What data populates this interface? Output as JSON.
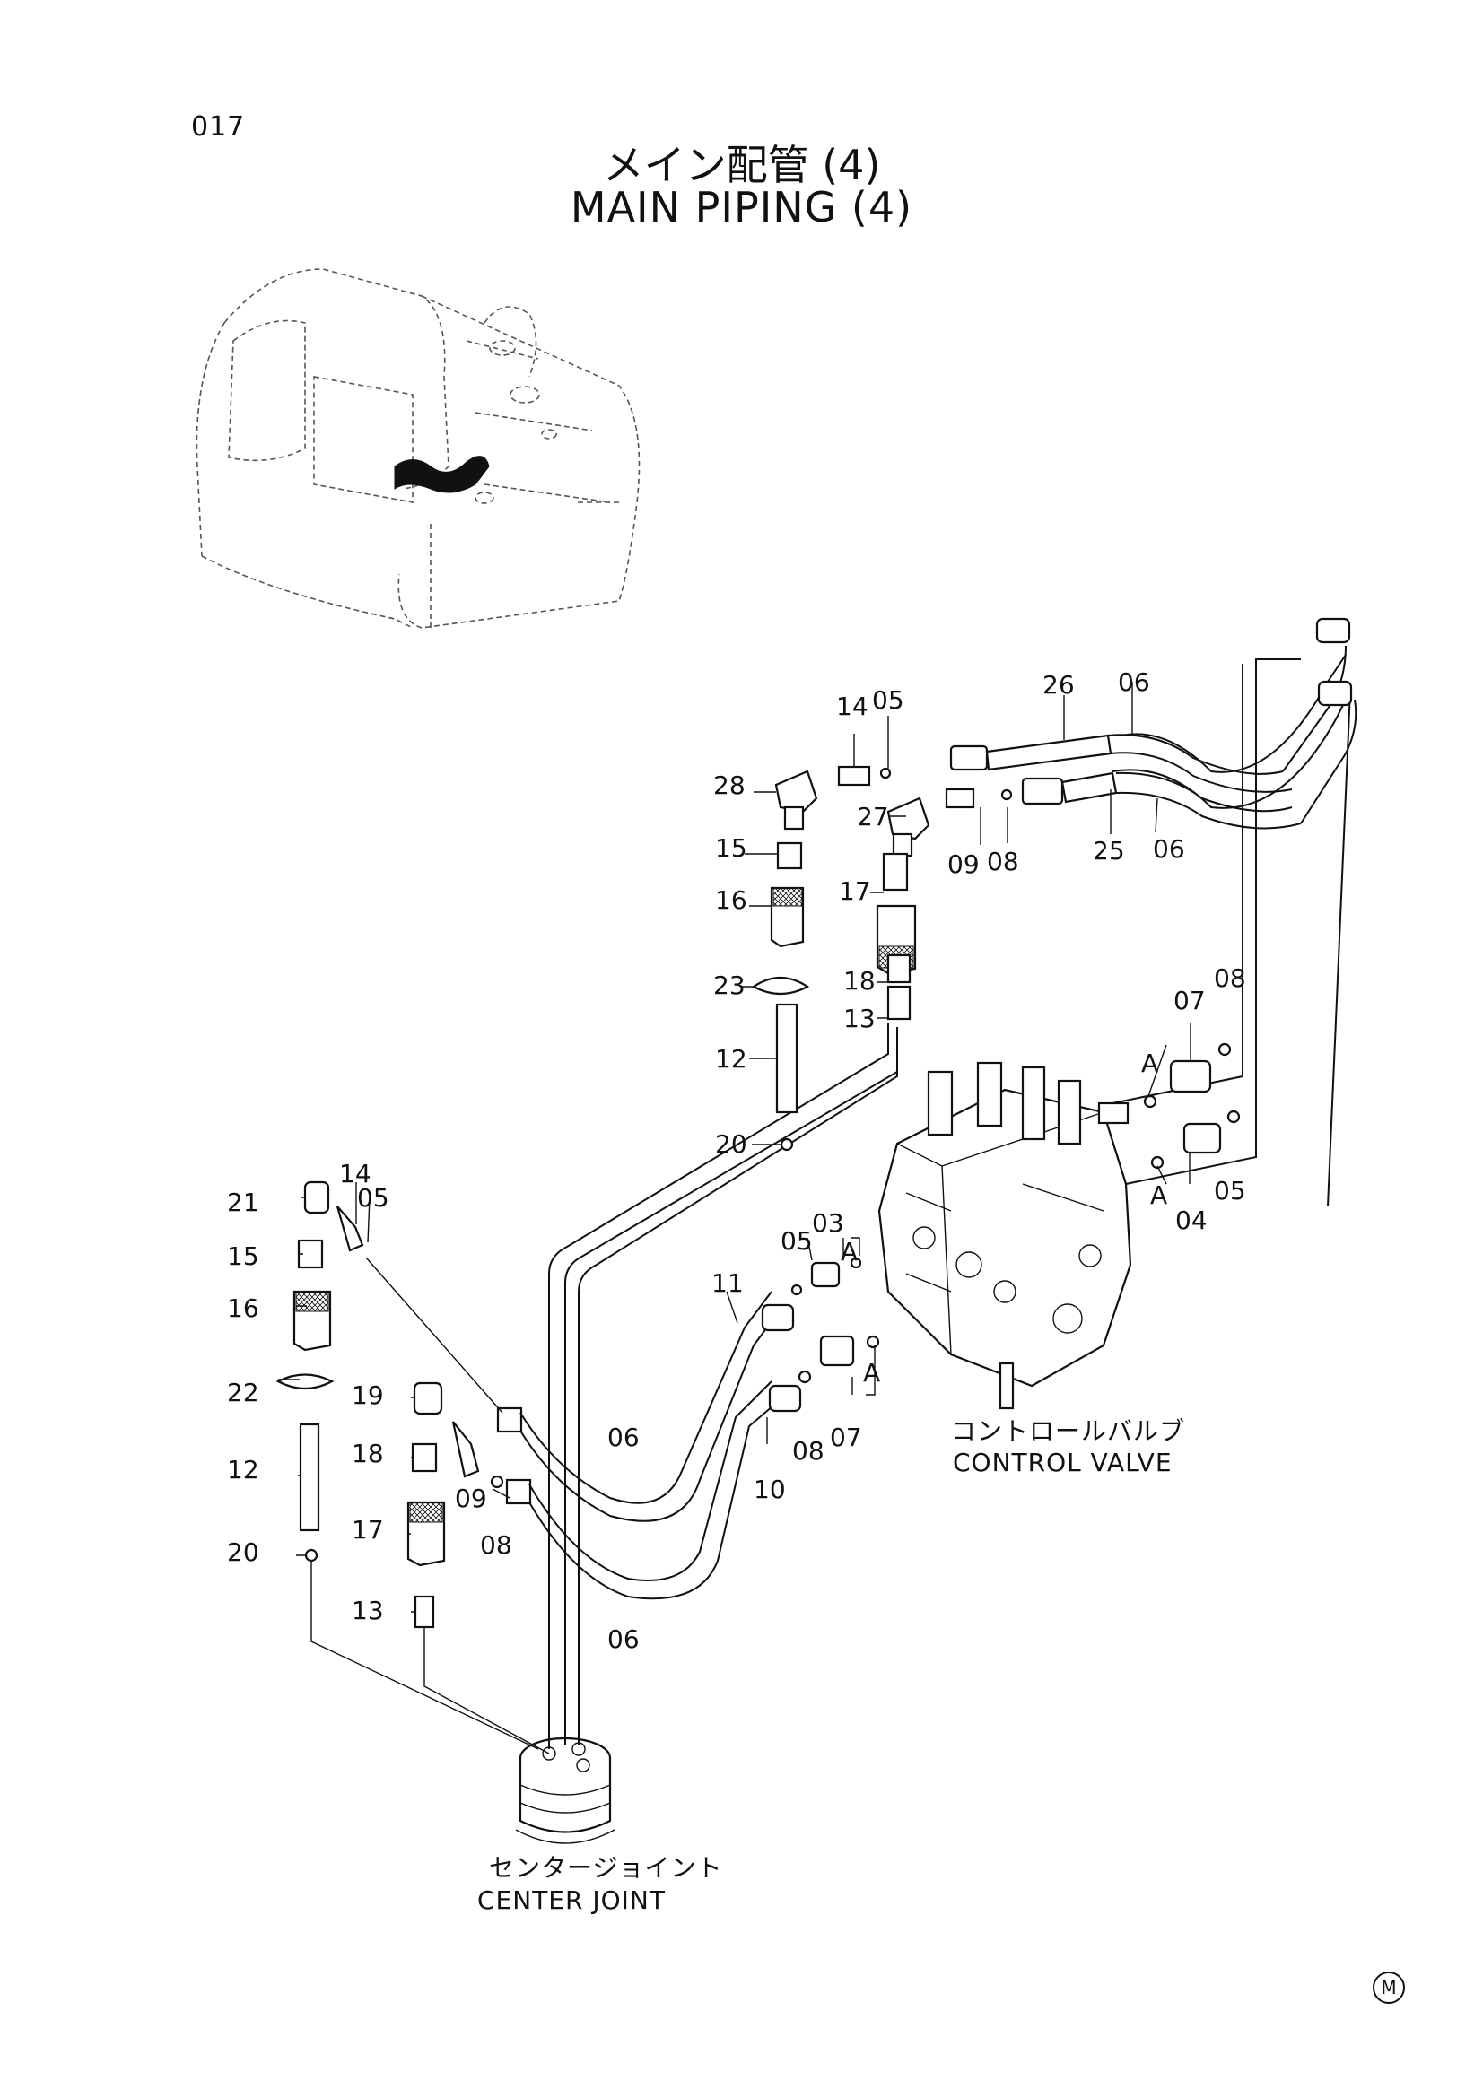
{
  "page_number": "017",
  "title_jp": "メイン配管 (4)",
  "title_en": "MAIN PIPING (4)",
  "captions": {
    "control_valve_jp": "コントロールバルブ",
    "control_valve_en": "CONTROL VALVE",
    "center_joint_jp": "センタージョイント",
    "center_joint_en": "CENTER JOINT"
  },
  "callouts": {
    "c14a": "14",
    "c05a": "05",
    "c26": "26",
    "c06a": "06",
    "c28": "28",
    "c27": "27",
    "c09a": "09",
    "c08a": "08",
    "c25": "25",
    "c06b": "06",
    "c15a": "15",
    "c16a": "16",
    "c17a": "17",
    "c23": "23",
    "c18a": "18",
    "c13a": "13",
    "c12a": "12",
    "c20a": "20",
    "c07a": "07",
    "c08b": "08",
    "cAa": "A",
    "cAb": "A",
    "c05b": "05",
    "c04": "04",
    "c14b": "14",
    "c05c": "05",
    "c21": "21",
    "c15b": "15",
    "c16b": "16",
    "c05d": "05",
    "c03": "03",
    "cAc": "A",
    "c11": "11",
    "c22": "22",
    "c19": "19",
    "c18b": "18",
    "c09b": "09",
    "c12b": "12",
    "c06c": "06",
    "c08c": "08",
    "c07b": "07",
    "cAd": "A",
    "c10": "10",
    "c08d": "08",
    "c17b": "17",
    "c20b": "20",
    "c13b": "13",
    "c06d": "06"
  },
  "corner_mark": "M"
}
